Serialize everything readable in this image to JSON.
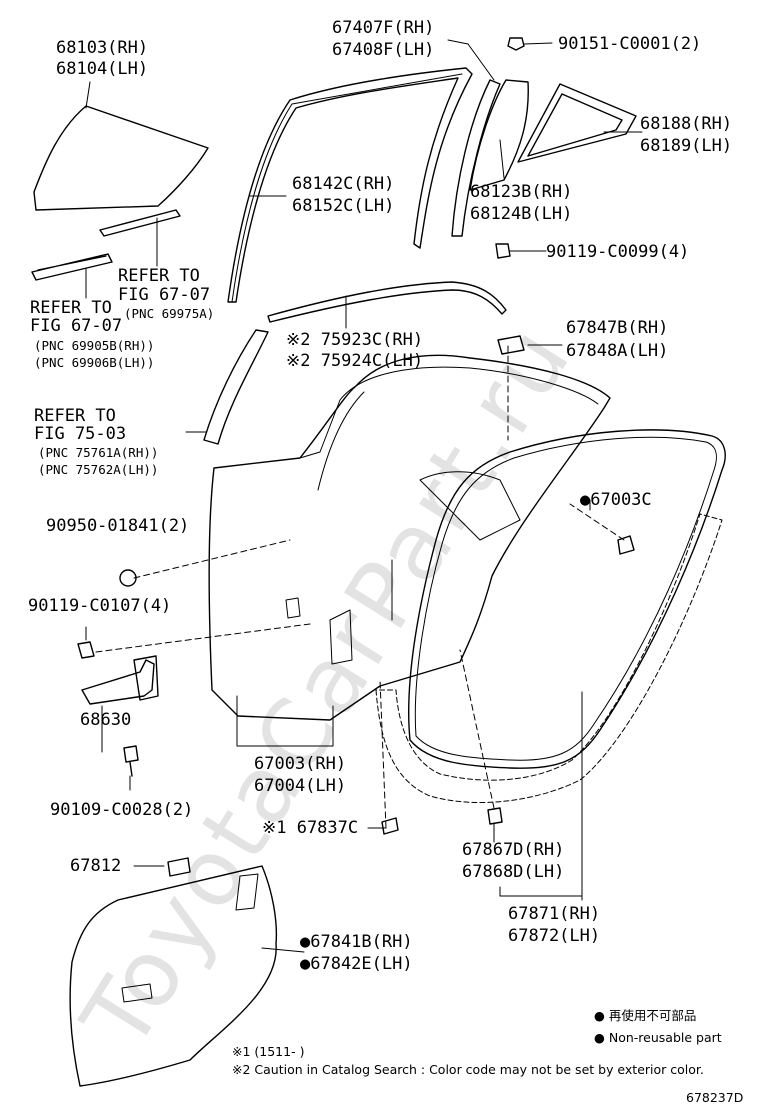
{
  "watermark": "ToyotaCarPart.ru",
  "labels": {
    "p68103": "68103(RH)",
    "p68104": "68104(LH)",
    "p67407": "67407F(RH)",
    "p67408": "67408F(LH)",
    "p90151": "90151-C0001(2)",
    "p68188": "68188(RH)",
    "p68189": "68189(LH)",
    "p68142": "68142C(RH)",
    "p68152": "68152C(LH)",
    "p68123": "68123B(RH)",
    "p68124": "68124B(LH)",
    "p90119a": "90119-C0099(4)",
    "refer1_a": "REFER TO",
    "refer1_b": "FIG 67-07",
    "refer1_pnc": "(PNC 69975A)",
    "refer2_a": "REFER TO",
    "refer2_b": "FIG 67-07",
    "refer2_pnc1": "(PNC 69905B(RH))",
    "refer2_pnc2": "(PNC 69906B(LH))",
    "p75923": "※2 75923C(RH)",
    "p75924": "※2 75924C(LH)",
    "p67847": "67847B(RH)",
    "p67848": "67848A(LH)",
    "refer3_a": "REFER TO",
    "refer3_b": "FIG 75-03",
    "refer3_pnc1": "(PNC 75761A(RH))",
    "refer3_pnc2": "(PNC 75762A(LH))",
    "p67003c": "●67003C",
    "p90950": "90950-01841(2)",
    "p90119b": "90119-C0107(4)",
    "p68630": "68630",
    "p67003": "67003(RH)",
    "p67004": "67004(LH)",
    "p90109": "90109-C0028(2)",
    "p67837": "※1 67837C",
    "p67867": "67867D(RH)",
    "p67868": "67868D(LH)",
    "p67812": "67812",
    "p67871": "67871(RH)",
    "p67872": "67872(LH)",
    "p67841": "●67841B(RH)",
    "p67842": "●67842E(LH)"
  },
  "legend": {
    "jp": "● 再使用不可部品",
    "en": "● Non-reusable part"
  },
  "footnotes": {
    "note1": "※1 (1511-      )",
    "note2": "※2 Caution in Catalog Search : Color code may not be set by exterior color."
  },
  "figure_id": "678237D"
}
